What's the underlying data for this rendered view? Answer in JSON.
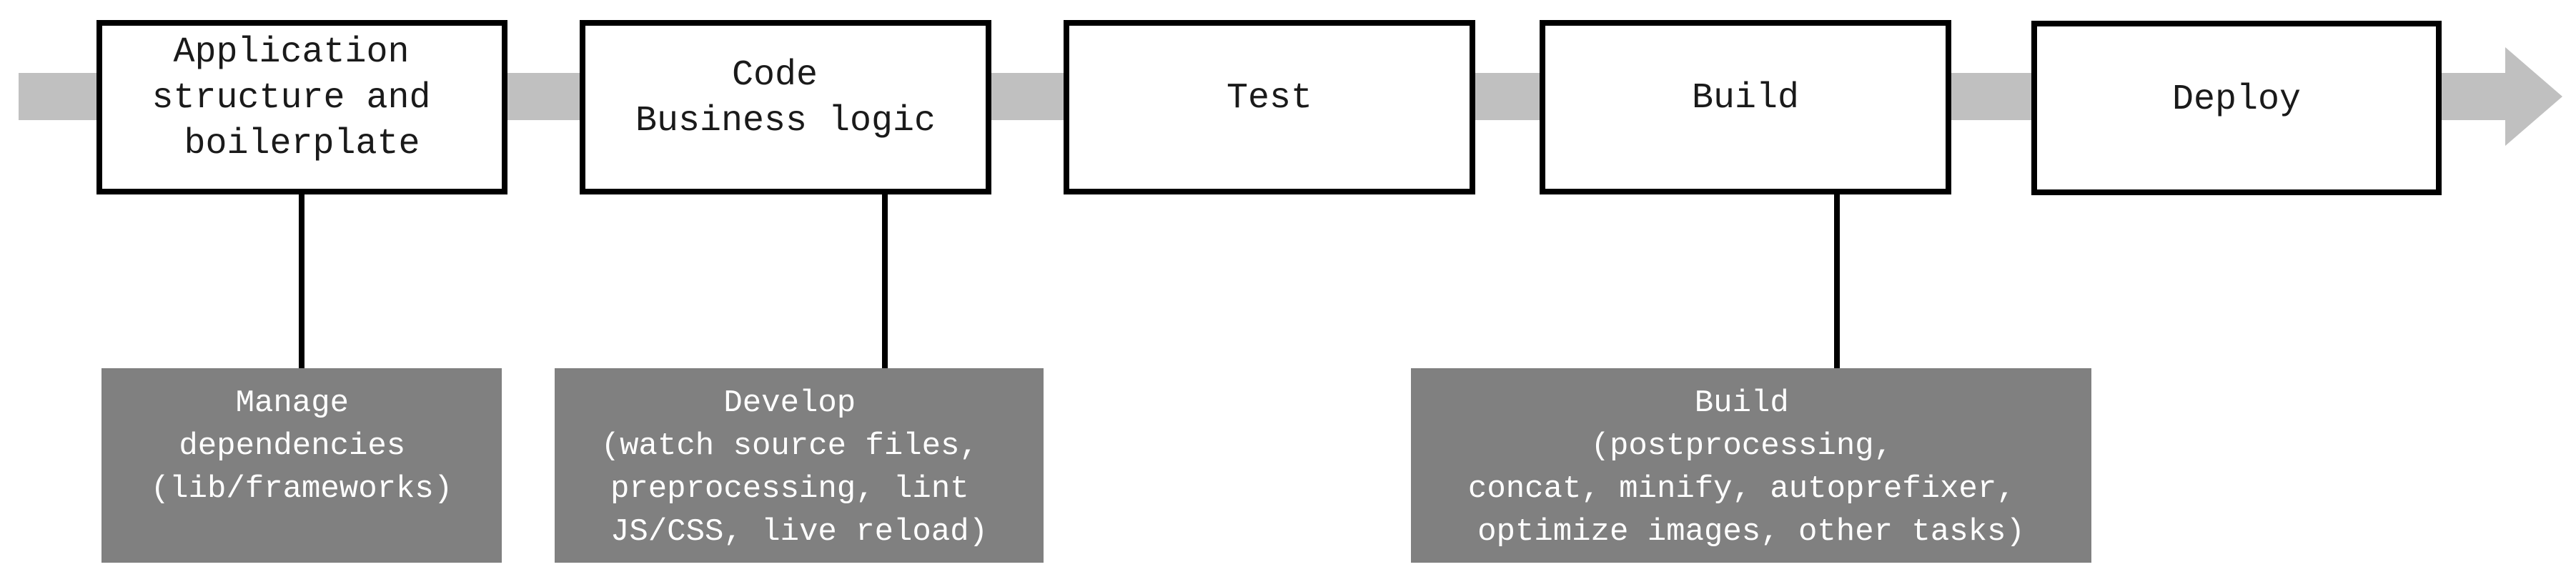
{
  "colors": {
    "arrow": "#c0c0c0",
    "stage_border": "#000000",
    "stage_fill": "#ffffff",
    "connector": "#000000",
    "note_fill": "#808080",
    "note_text": "#ffffff"
  },
  "stages": [
    {
      "id": "structure",
      "lines": [
        "Application",
        "structure and",
        "boilerplate"
      ]
    },
    {
      "id": "code",
      "lines": [
        "Code",
        "Business logic"
      ]
    },
    {
      "id": "test",
      "lines": [
        "Test"
      ]
    },
    {
      "id": "build",
      "lines": [
        "Build"
      ]
    },
    {
      "id": "deploy",
      "lines": [
        "Deploy"
      ]
    }
  ],
  "notes": [
    {
      "id": "dependencies",
      "attached_to": "structure",
      "lines": [
        "Manage",
        "dependencies",
        "(lib/frameworks)"
      ]
    },
    {
      "id": "develop",
      "attached_to": "code",
      "lines": [
        "Develop",
        "(watch source files,",
        "preprocessing, lint",
        "JS/CSS, live reload)"
      ]
    },
    {
      "id": "build-tasks",
      "attached_to": "build",
      "lines": [
        "Build",
        "(postprocessing,",
        "concat, minify, autoprefixer,",
        "optimize images, other tasks)"
      ]
    }
  ]
}
